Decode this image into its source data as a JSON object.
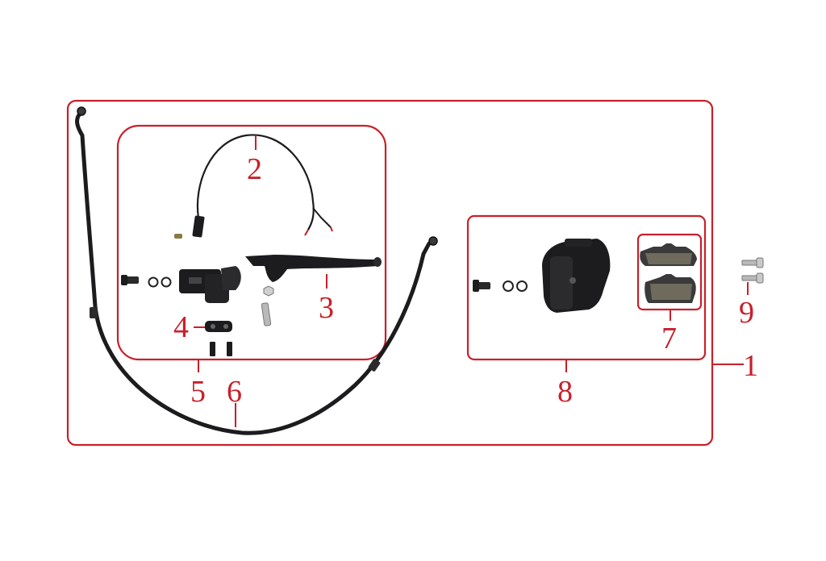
{
  "colors": {
    "callout": "#c8202a",
    "part_dark": "#1c1c1e",
    "part_mid": "#2b2b2e",
    "pad_friction": "#6e6a5c",
    "wire_red": "#c02020",
    "metal": "#b9b9b9"
  },
  "callouts": {
    "brake_assembly": "1",
    "brake_light_switch_wire": "2",
    "brake_lever": "3",
    "lever_clamp": "4",
    "master_cylinder_assembly": "5",
    "brake_hose": "6",
    "brake_pads": "7",
    "caliper_assembly": "8",
    "caliper_bolts": "9"
  }
}
